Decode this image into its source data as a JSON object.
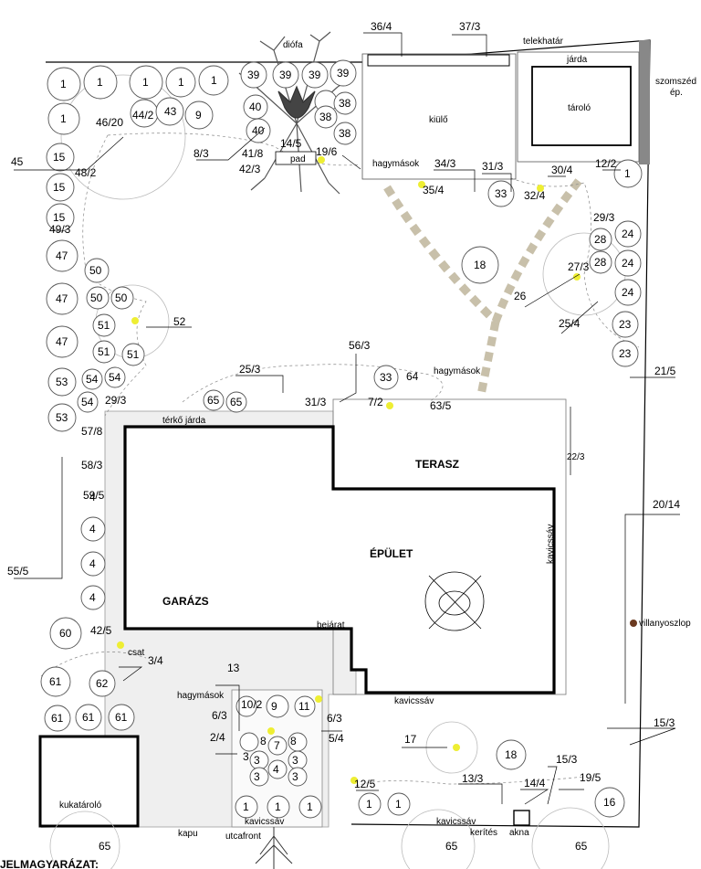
{
  "labels": {
    "diofa": "diófa",
    "telekhatar": "telekhatár",
    "jarda_top": "járda",
    "szomszed": "szomszéd",
    "ep": "ép.",
    "kiulo": "kiülő",
    "tarolo": "tároló",
    "pad": "pad",
    "hagymasok1": "hagymások",
    "hagymasok2": "hagymások",
    "hagymasok3": "hagymások",
    "terko_jarda": "térkő járda",
    "terasz": "TERASZ",
    "epulet": "ÉPÜLET",
    "garazs": "GARÁZS",
    "bejarat": "bejárat",
    "kavicssav_right": "kavicssáv",
    "kavicssav_mid": "kavicssáv",
    "kavicssav_front": "kavicssáv",
    "kavicssav_bottom": "kavicssáv",
    "villanyoszlop": "villanyoszlop",
    "csat": "csat",
    "kukatarolo": "kukatároló",
    "kapu": "kapu",
    "utcafront": "utcafront",
    "kerites": "kerítés",
    "akna": "akna",
    "legend": "JELMAGYARÁZAT:"
  },
  "callouts": [
    "36/4",
    "37/3",
    "45",
    "46/20",
    "44/2",
    "48/2",
    "8/3",
    "41/8",
    "42/3",
    "14/5",
    "19/6",
    "34/3",
    "31/3",
    "30/4",
    "12/2",
    "35/4",
    "32/4",
    "49/3",
    "29/3",
    "27/3",
    "52",
    "26",
    "25/4",
    "21/5",
    "56/3",
    "25/3",
    "31/3",
    "64",
    "7/2",
    "63/5",
    "29/3",
    "57/8",
    "58/3",
    "59/5",
    "22/3",
    "20/14",
    "55/5",
    "42/5",
    "3/4",
    "13",
    "6/3",
    "6/3",
    "10/2",
    "2/4",
    "5/4",
    "17",
    "15/3",
    "15/3",
    "13/3",
    "14/4",
    "19/5",
    "12/5",
    "65",
    "65",
    "65"
  ],
  "plants": [
    "1",
    "1",
    "1",
    "1",
    "1",
    "1",
    "43",
    "9",
    "39",
    "39",
    "39",
    "39",
    "40",
    "40",
    "38",
    "38",
    "38",
    "15",
    "15",
    "15",
    "47",
    "47",
    "47",
    "50",
    "50",
    "50",
    "51",
    "51",
    "51",
    "53",
    "53",
    "54",
    "54",
    "54",
    "4",
    "4",
    "4",
    "4",
    "60",
    "61",
    "61",
    "61",
    "61",
    "62",
    "33",
    "33",
    "18",
    "65",
    "65",
    "1",
    "24",
    "28",
    "28",
    "24",
    "24",
    "23",
    "23",
    "9",
    "11",
    "8",
    "7",
    "8",
    "3",
    "3",
    "3",
    "4",
    "3",
    "3",
    "1",
    "1",
    "1",
    "1",
    "1",
    "18",
    "16"
  ]
}
